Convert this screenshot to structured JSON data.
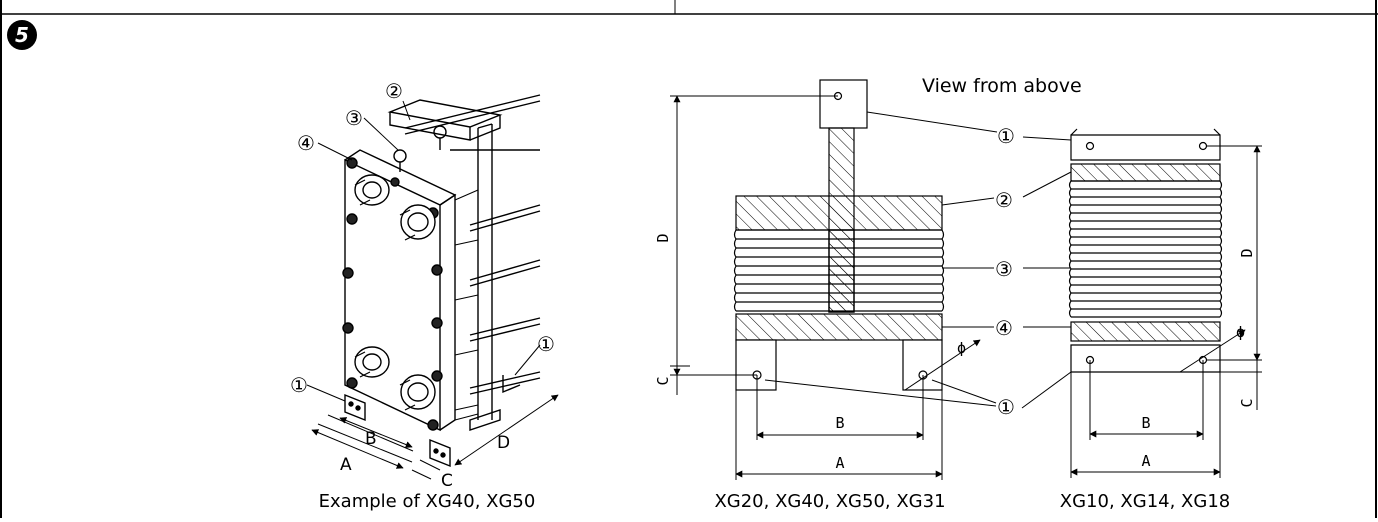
{
  "step_badge": "5",
  "captions": {
    "left": "Example of XG40, XG50",
    "middle": "XG20, XG40, XG50, XG31",
    "right": "XG10, XG14, XG18",
    "view_from_above": "View from above"
  },
  "callouts": {
    "one": "①",
    "two": "②",
    "three": "③",
    "four": "④"
  },
  "dimension_labels": {
    "A": "A",
    "B": "B",
    "C": "C",
    "D": "D",
    "phi": "ϕ"
  }
}
